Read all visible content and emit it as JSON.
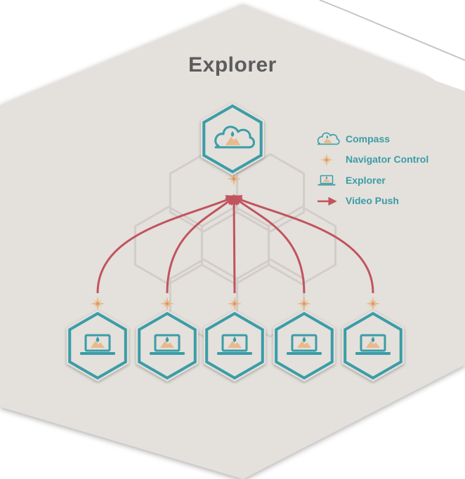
{
  "title": "Explorer",
  "legend": {
    "items": [
      {
        "label": "Compass",
        "icon": "cloud-icon"
      },
      {
        "label": "Navigator Control",
        "icon": "compass-star-icon"
      },
      {
        "label": "Explorer",
        "icon": "laptop-icon"
      },
      {
        "label": "Video Push",
        "icon": "arrow-right-icon"
      }
    ]
  },
  "colors": {
    "teal": "#3a9da7",
    "arrow": "#c0545f",
    "star": "#e9b98b",
    "background": "#e4e0db",
    "ghost_hex": "#d7d3ce",
    "title": "#5c5c5c"
  },
  "diagram": {
    "hub": {
      "name": "Compass",
      "icon": "cloud-icon"
    },
    "clients": [
      {
        "name": "Explorer",
        "icon": "laptop-icon"
      },
      {
        "name": "Explorer",
        "icon": "laptop-icon"
      },
      {
        "name": "Explorer",
        "icon": "laptop-icon"
      },
      {
        "name": "Explorer",
        "icon": "laptop-icon"
      },
      {
        "name": "Explorer",
        "icon": "laptop-icon"
      }
    ],
    "connection": "Video Push",
    "control": "Navigator Control"
  }
}
